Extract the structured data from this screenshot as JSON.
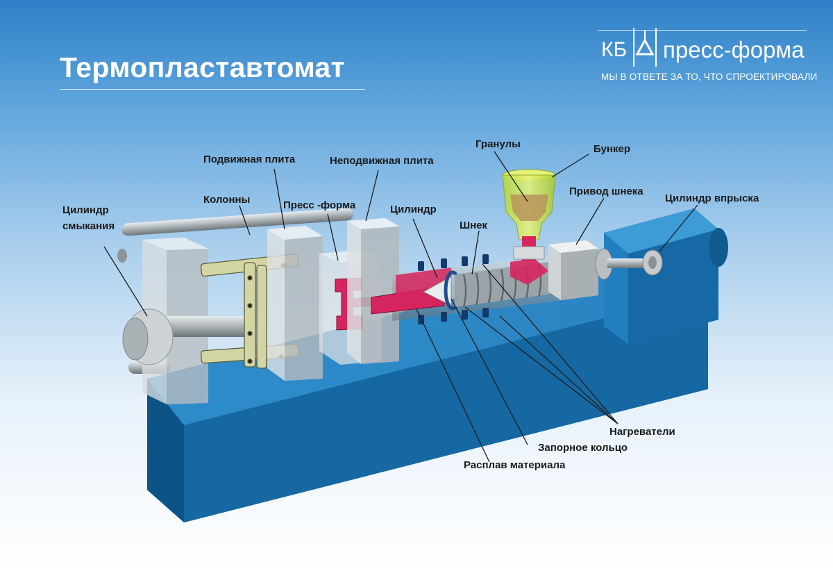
{
  "header": {
    "title": "Термопластавтомат"
  },
  "logo": {
    "abbr": "КБ",
    "name": "пресс-форма",
    "tagline": "МЫ В ОТВЕТЕ ЗА ТО, ЧТО СПРОЕКТИРОВАЛИ"
  },
  "labels": {
    "clamp_cylinder": "Цилиндр",
    "clamp_cylinder_2": "смыкания",
    "columns": "Колонны",
    "moving_plate": "Подвижная плита",
    "fixed_plate": "Неподвижная плита",
    "mold": "Пресс -форма",
    "cylinder": "Цилиндр",
    "screw": "Шнек",
    "granules": "Гранулы",
    "hopper": "Бункер",
    "screw_drive": "Привод шнека",
    "injection_cylinder": "Цилиндр впрыска",
    "heaters": "Нагреватели",
    "check_ring": "Запорное кольцо",
    "melt": "Расплав материала"
  },
  "colors": {
    "base": "#1a76b5",
    "base_front": "#12679f",
    "base_top": "#3a93cf",
    "melt": "#d6255e",
    "hopper": "#c9e44a",
    "steel": "#c3c9cc"
  }
}
